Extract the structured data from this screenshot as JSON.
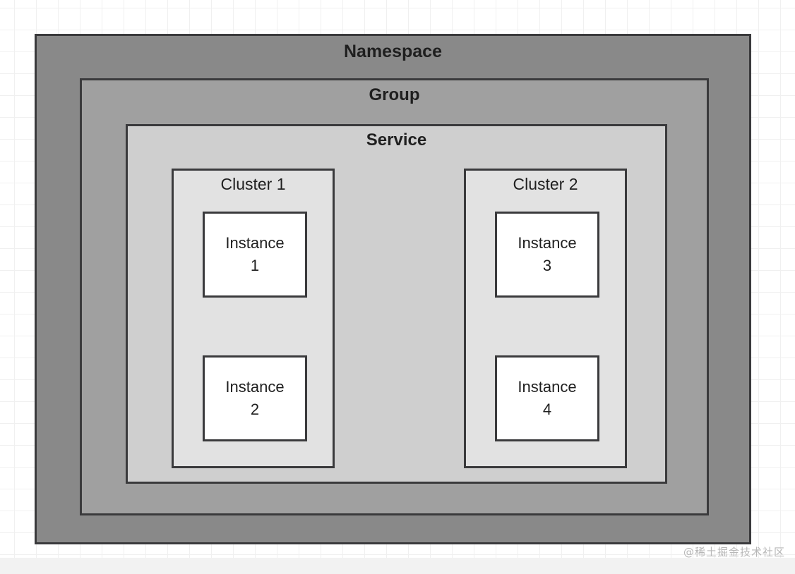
{
  "diagram": {
    "namespace": {
      "label": "Namespace",
      "color": "#898989",
      "group": {
        "label": "Group",
        "color": "#a0a0a0",
        "service": {
          "label": "Service",
          "color": "#cfcfcf",
          "clusters": [
            {
              "label": "Cluster 1",
              "color": "#e2e2e2",
              "instances": [
                {
                  "line1": "Instance",
                  "line2": "1"
                },
                {
                  "line1": "Instance",
                  "line2": "2"
                }
              ]
            },
            {
              "label": "Cluster 2",
              "color": "#e2e2e2",
              "instances": [
                {
                  "line1": "Instance",
                  "line2": "3"
                },
                {
                  "line1": "Instance",
                  "line2": "4"
                }
              ]
            }
          ]
        }
      }
    }
  },
  "watermark": {
    "text": "@稀土掘金技术社区",
    "color": "#b7b7b7"
  },
  "canvas": {
    "background": "#ffffff",
    "grid_color": "#f0f0f0",
    "border_color": "#3a3a3c",
    "instance_color": "#ffffff"
  }
}
